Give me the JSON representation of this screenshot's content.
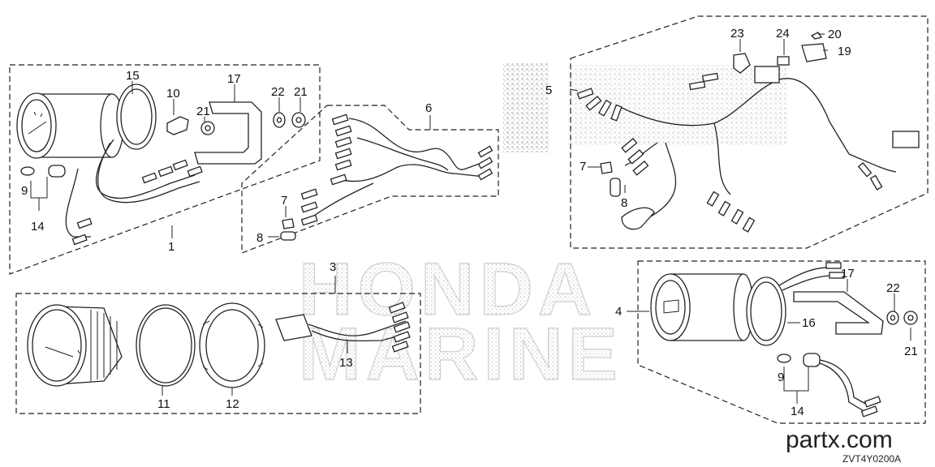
{
  "callouts": {
    "c1": "1",
    "c3": "3",
    "c4": "4",
    "c5": "5",
    "c6": "6",
    "c7a": "7",
    "c7b": "7",
    "c8a": "8",
    "c8b": "8",
    "c9a": "9",
    "c9b": "9",
    "c10": "10",
    "c11": "11",
    "c12": "12",
    "c13": "13",
    "c14a": "14",
    "c14b": "14",
    "c15": "15",
    "c16": "16",
    "c17a": "17",
    "c17b": "17",
    "c19": "19",
    "c20": "20",
    "c21a": "21",
    "c21b": "21",
    "c21c": "21",
    "c22a": "22",
    "c22b": "22",
    "c23": "23",
    "c24": "24"
  },
  "watermark": {
    "line1": "HONDA",
    "line2": "MARINE"
  },
  "footer": {
    "brand": "partx.com",
    "code": "ZVT4Y0200A"
  },
  "colors": {
    "ink": "#222222",
    "watermark": "#cfcfcf",
    "background": "#ffffff"
  }
}
